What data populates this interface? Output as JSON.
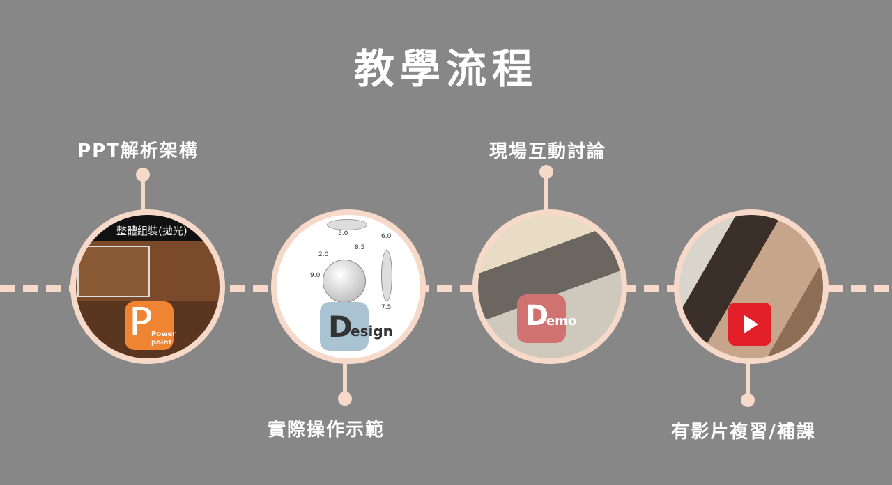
{
  "title": "教學流程",
  "steps": [
    {
      "label": "PPT解析架構",
      "badge_letter": "P",
      "badge_text_1": "Power",
      "badge_text_2": "point",
      "slide_caption": "整體組裝(拋光)",
      "badge_color": "#ef8533"
    },
    {
      "label": "實際操作示範",
      "badge_letter": "D",
      "badge_text": "esign",
      "dims": [
        "5.0",
        "8.5",
        "2.0",
        "9.0",
        "6.0",
        "7.5"
      ],
      "badge_color": "#a9c3d3"
    },
    {
      "label": "現場互動討論",
      "badge_letter": "D",
      "badge_text": "emo",
      "badge_color": "#d07370"
    },
    {
      "label": "有影片複習/補課",
      "badge_icon": "play-icon",
      "badge_color": "#e3202a"
    }
  ]
}
